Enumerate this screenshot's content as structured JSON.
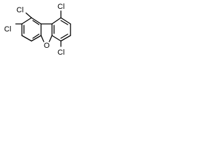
{
  "molecule": {
    "atom_labels": {
      "cl_top_right": "Cl",
      "cl_top_left": "Cl",
      "cl_mid_left": "Cl",
      "cl_bottom_right": "Cl",
      "oxygen": "O"
    }
  }
}
